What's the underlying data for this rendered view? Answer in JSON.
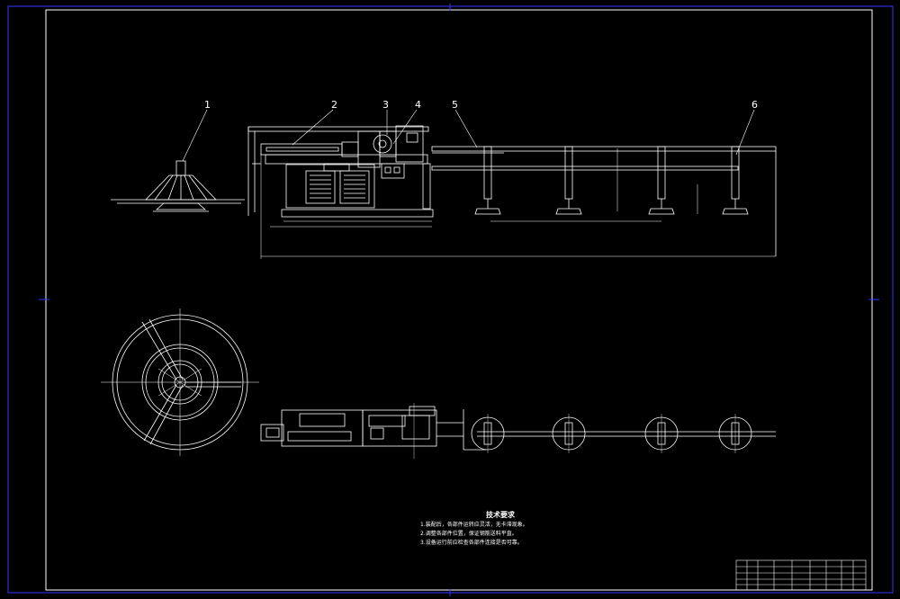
{
  "drawing": {
    "colors": {
      "background": "#000000",
      "line": "#ffffff",
      "frame": "#3333ff"
    },
    "part_labels": [
      "1",
      "2",
      "3",
      "4",
      "5",
      "6"
    ],
    "notes": {
      "title": "技术要求",
      "lines": [
        "1.装配后，各部件运转应灵活，无卡滞现象。",
        "2.调整各部件位置，保证钢筋送料平直。",
        "3.设备运行前应检查各部件连接是否可靠。"
      ]
    }
  }
}
